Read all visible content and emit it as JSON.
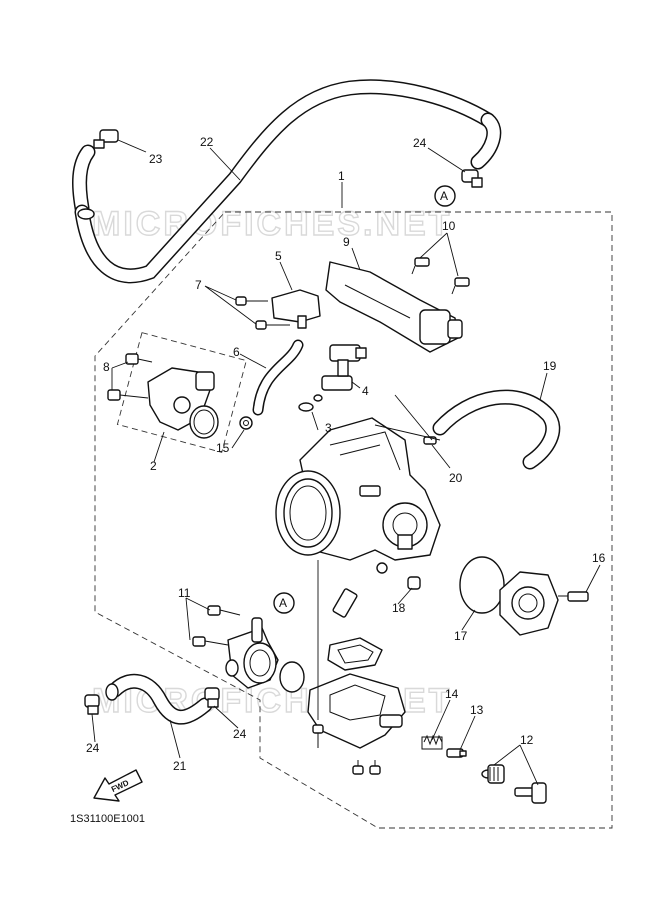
{
  "watermark": "MICROFICHES.NET",
  "diagram_code": "1S31100E1001",
  "fwd_label": "FWD",
  "ref_marker": "A",
  "parts": [
    {
      "id": "p1",
      "number": "1"
    },
    {
      "id": "p2",
      "number": "2"
    },
    {
      "id": "p3",
      "number": "3"
    },
    {
      "id": "p4",
      "number": "4"
    },
    {
      "id": "p5",
      "number": "5"
    },
    {
      "id": "p6",
      "number": "6"
    },
    {
      "id": "p7",
      "number": "7"
    },
    {
      "id": "p8",
      "number": "8"
    },
    {
      "id": "p9",
      "number": "9"
    },
    {
      "id": "p10",
      "number": "10"
    },
    {
      "id": "p11",
      "number": "11"
    },
    {
      "id": "p12",
      "number": "12"
    },
    {
      "id": "p13",
      "number": "13"
    },
    {
      "id": "p14",
      "number": "14"
    },
    {
      "id": "p15",
      "number": "15"
    },
    {
      "id": "p16",
      "number": "16"
    },
    {
      "id": "p17",
      "number": "17"
    },
    {
      "id": "p18",
      "number": "18"
    },
    {
      "id": "p19",
      "number": "19"
    },
    {
      "id": "p20",
      "number": "20"
    },
    {
      "id": "p21",
      "number": "21"
    },
    {
      "id": "p22",
      "number": "22"
    },
    {
      "id": "p23",
      "number": "23"
    },
    {
      "id": "p24a",
      "number": "24"
    },
    {
      "id": "p24b",
      "number": "24"
    },
    {
      "id": "p24c",
      "number": "24"
    }
  ]
}
